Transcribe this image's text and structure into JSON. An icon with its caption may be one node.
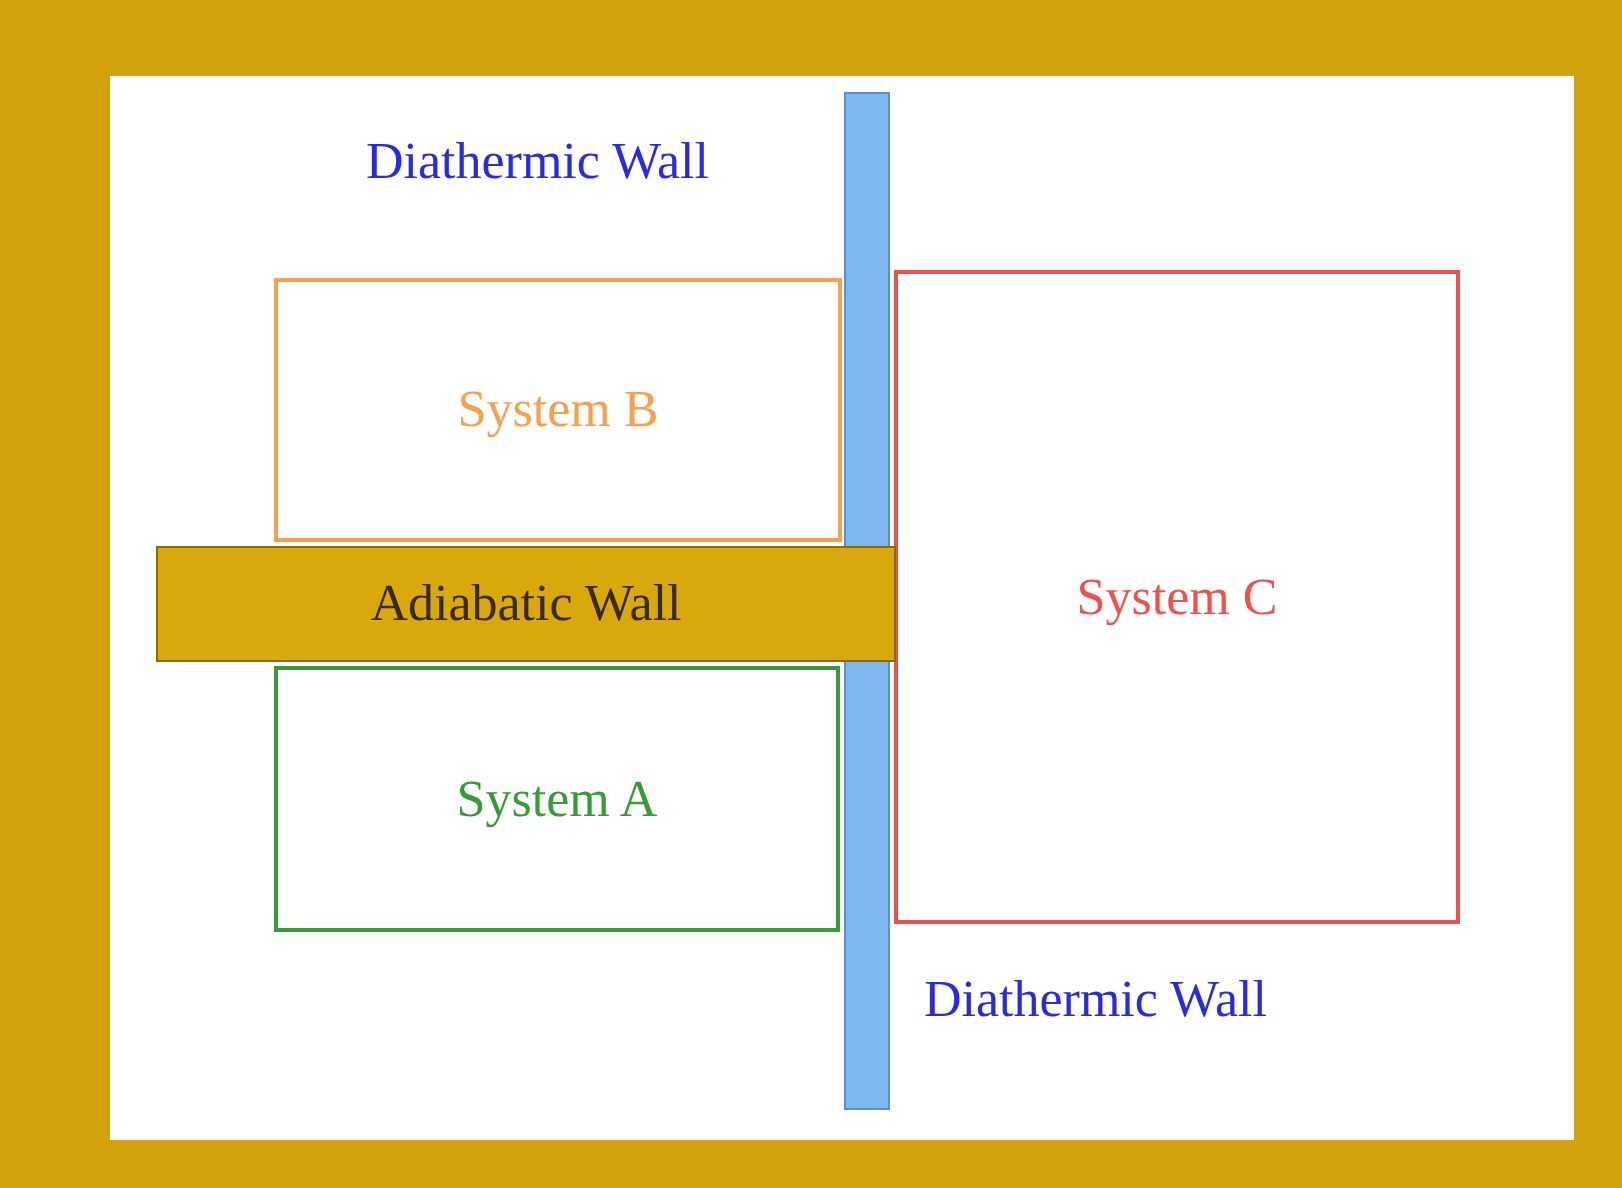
{
  "diagram": {
    "nodes": [
      {
        "text": [],
        "shape": "bar",
        "beside": [
          "Diathermic Wall",
          "Diathermic Wall"
        ]
      },
      {
        "text": [
          "System B"
        ]
      },
      {
        "text": [
          "Adiabatic Wall"
        ]
      },
      {
        "text": [
          "System A"
        ]
      },
      {
        "text": [
          "System C"
        ]
      }
    ]
  }
}
